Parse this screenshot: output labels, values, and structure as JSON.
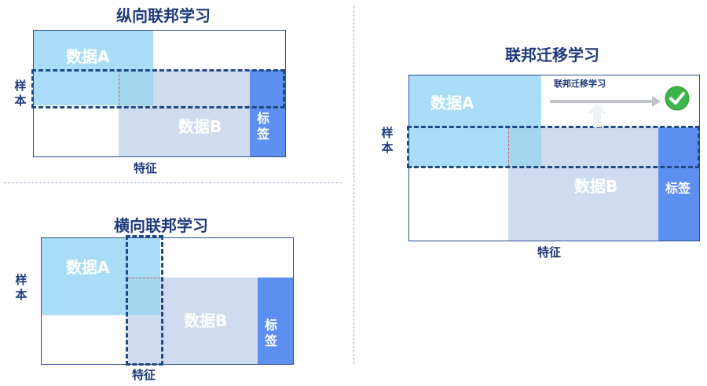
{
  "vertical": {
    "title": "纵向联邦学习",
    "data_a": "数据A",
    "data_b": "数据B",
    "label": "标签",
    "sample": "样本",
    "feature": "特征"
  },
  "horizontal": {
    "title": "横向联邦学习",
    "data_a": "数据A",
    "data_b": "数据B",
    "label": "标签",
    "sample": "样本",
    "feature": "特征"
  },
  "transfer": {
    "title": "联邦迁移学习",
    "arrow_label": "联邦迁移学习",
    "data_a": "数据A",
    "data_b": "数据B",
    "label": "标签",
    "sample": "样本",
    "feature": "特征"
  },
  "colors": {
    "data_a": "#a9ddf7",
    "data_b": "#cfdcef",
    "label": "#5d8ff0",
    "dashed_border": "#1f4a86",
    "title": "#1f3a7a",
    "check": "#3cb54a"
  },
  "icons": [
    "check-circle-icon",
    "arrow-right-icon",
    "arrow-up-icon"
  ]
}
